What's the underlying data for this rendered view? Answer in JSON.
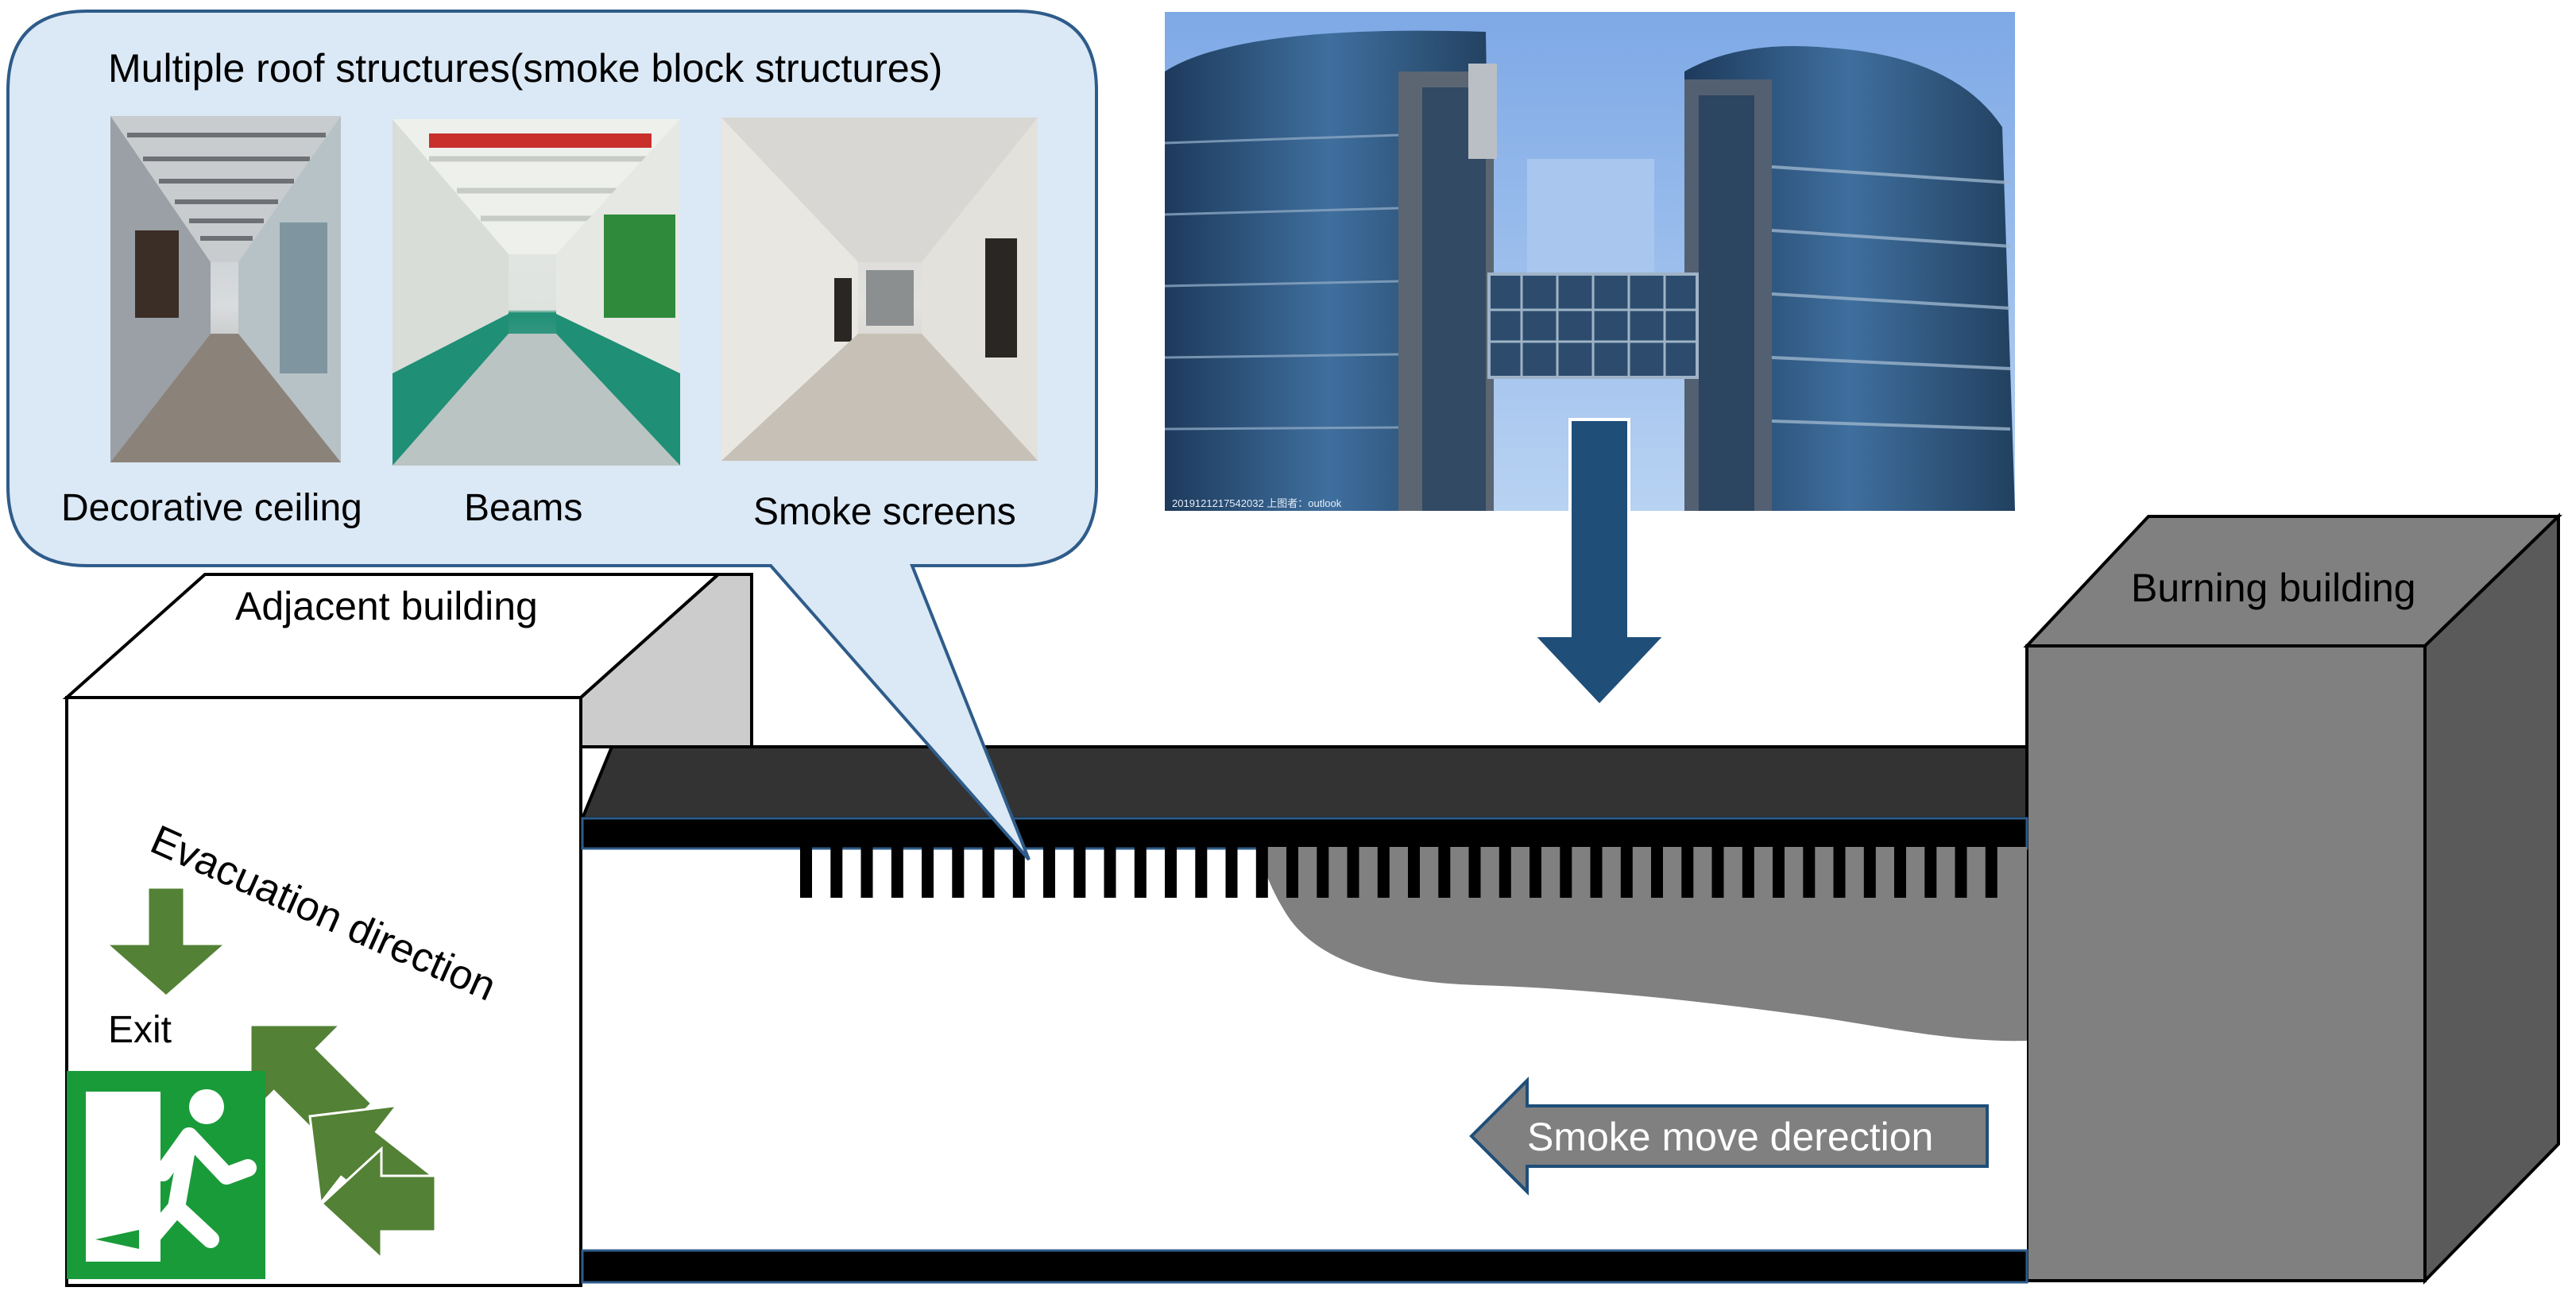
{
  "callout": {
    "title": "Multiple roof structures(smoke block structures)",
    "photos": [
      {
        "caption": "Decorative ceiling"
      },
      {
        "caption": "Beams"
      },
      {
        "caption": "Smoke screens"
      }
    ]
  },
  "labels": {
    "adjacent_building": "Adjacent building",
    "burning_building": "Burning building",
    "evacuation_direction": "Evacuation direction",
    "exit": "Exit",
    "smoke_direction": "Smoke move derection"
  },
  "photo_watermark": "2019121217542032 上图者：outlook",
  "colors": {
    "callout_fill": "#dbe8f5",
    "callout_stroke": "#2e5c8a",
    "down_arrow": "#1f4e79",
    "green_arrow": "#538135",
    "exit_green": "#1a9b3a",
    "smoke": "#808080",
    "roof": "#333333",
    "burning_front": "#808080",
    "burning_side": "#5a5a5a",
    "adjacent_side": "#cccccc"
  }
}
